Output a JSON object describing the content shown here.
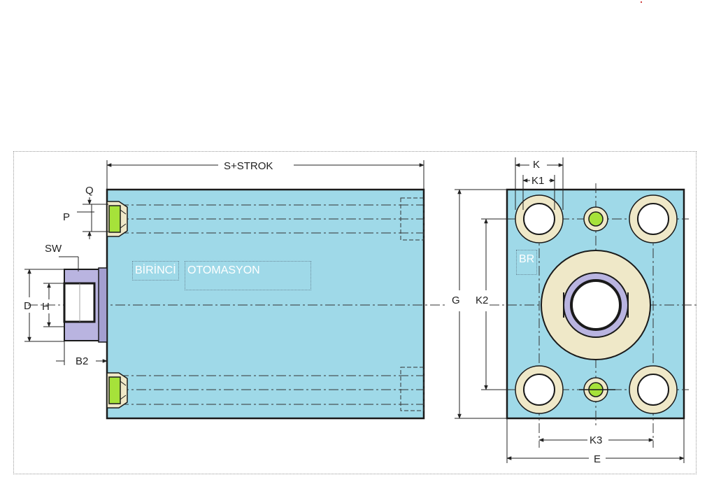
{
  "dimensions": {
    "length": "S+STROK",
    "q": "Q",
    "p": "P",
    "sw": "SW",
    "d": "D",
    "h": "H",
    "b2": "B2",
    "g": "G",
    "k2": "K2",
    "k": "K",
    "k1": "K1",
    "k3": "K3",
    "e": "E"
  },
  "labels": {
    "brand_word1": "BİRİNCİ",
    "brand_word2": "OTOMASYON",
    "br": "BR"
  },
  "colors": {
    "body": "#9fd9e8",
    "ring": "#efe8c8",
    "lilac": "#b9b4e0",
    "green": "#a6e23a",
    "line": "#1a1a1a"
  }
}
